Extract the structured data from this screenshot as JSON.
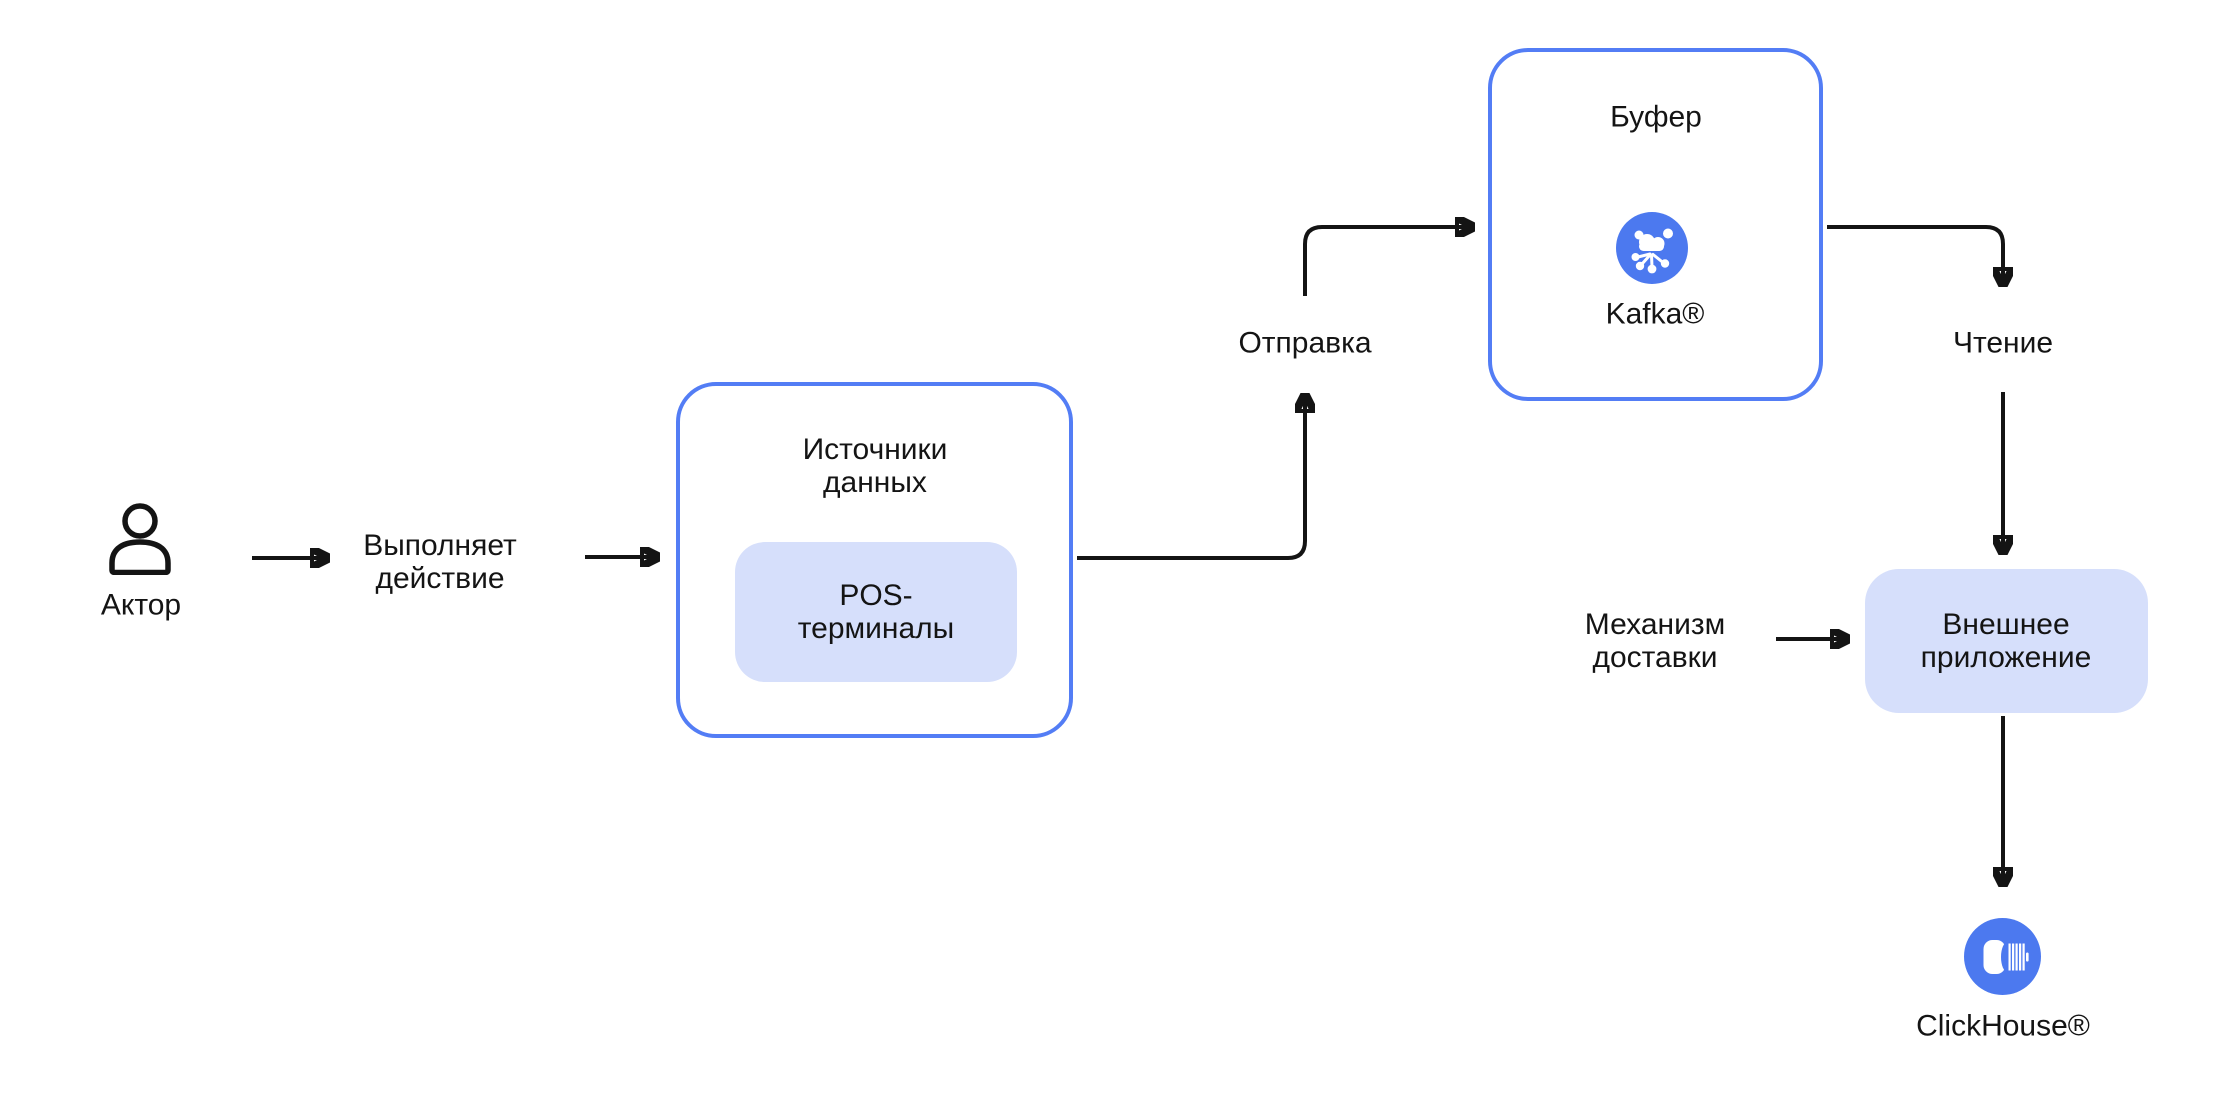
{
  "diagram": {
    "colors": {
      "background": "#FFFFFF",
      "accent_border": "#537DF5",
      "accent_circle": "#4C79EF",
      "light_fill": "#D6DFFB",
      "line": "#141414",
      "text": "#141414"
    },
    "nodes": {
      "actor": {
        "label": "Актор",
        "icon": "person-icon"
      },
      "action": {
        "label": "Выполняет\nдействие"
      },
      "sources": {
        "title": "Источники\nданных",
        "item": "POS-\nтерминалы"
      },
      "send": {
        "label": "Отправка"
      },
      "buffer": {
        "title": "Буфер",
        "service": "Kafka®",
        "icon": "kafka-icon"
      },
      "read": {
        "label": "Чтение"
      },
      "delivery": {
        "label": "Механизм\nдоставки"
      },
      "external_app": {
        "label": "Внешнее\nприложение"
      },
      "storage": {
        "label": "ClickHouse®",
        "icon": "clickhouse-icon"
      }
    },
    "flows": [
      "actor → action",
      "action → sources",
      "sources → send → buffer",
      "buffer → read → external_app",
      "delivery → external_app",
      "external_app → storage"
    ]
  }
}
